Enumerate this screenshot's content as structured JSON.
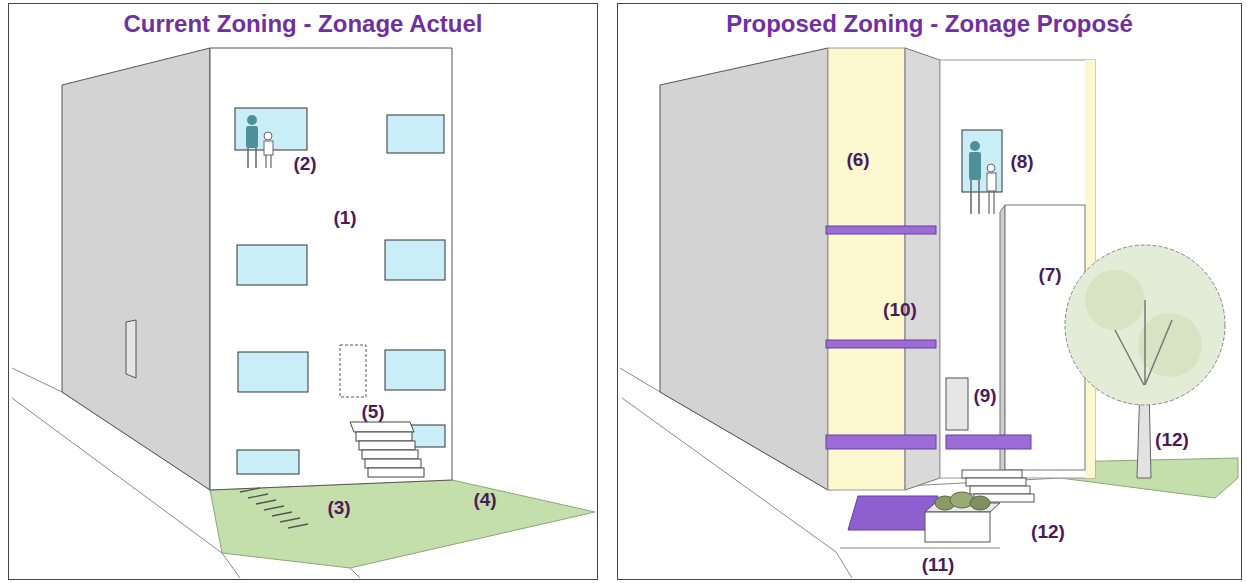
{
  "diagram": {
    "nodes": [
      {
        "text": [
          "Current Zoning - Zonage Actuel"
        ]
      },
      {
        "text": [
          "Proposed Zoning - Zonage Proposé"
        ]
      }
    ],
    "labels": [
      "(1)",
      "(2)",
      "(3)",
      "(4)",
      "(5)",
      "(6)",
      "(7)",
      "(8)",
      "(9)",
      "(10)",
      "(11)",
      "(12)",
      "(12)"
    ]
  }
}
